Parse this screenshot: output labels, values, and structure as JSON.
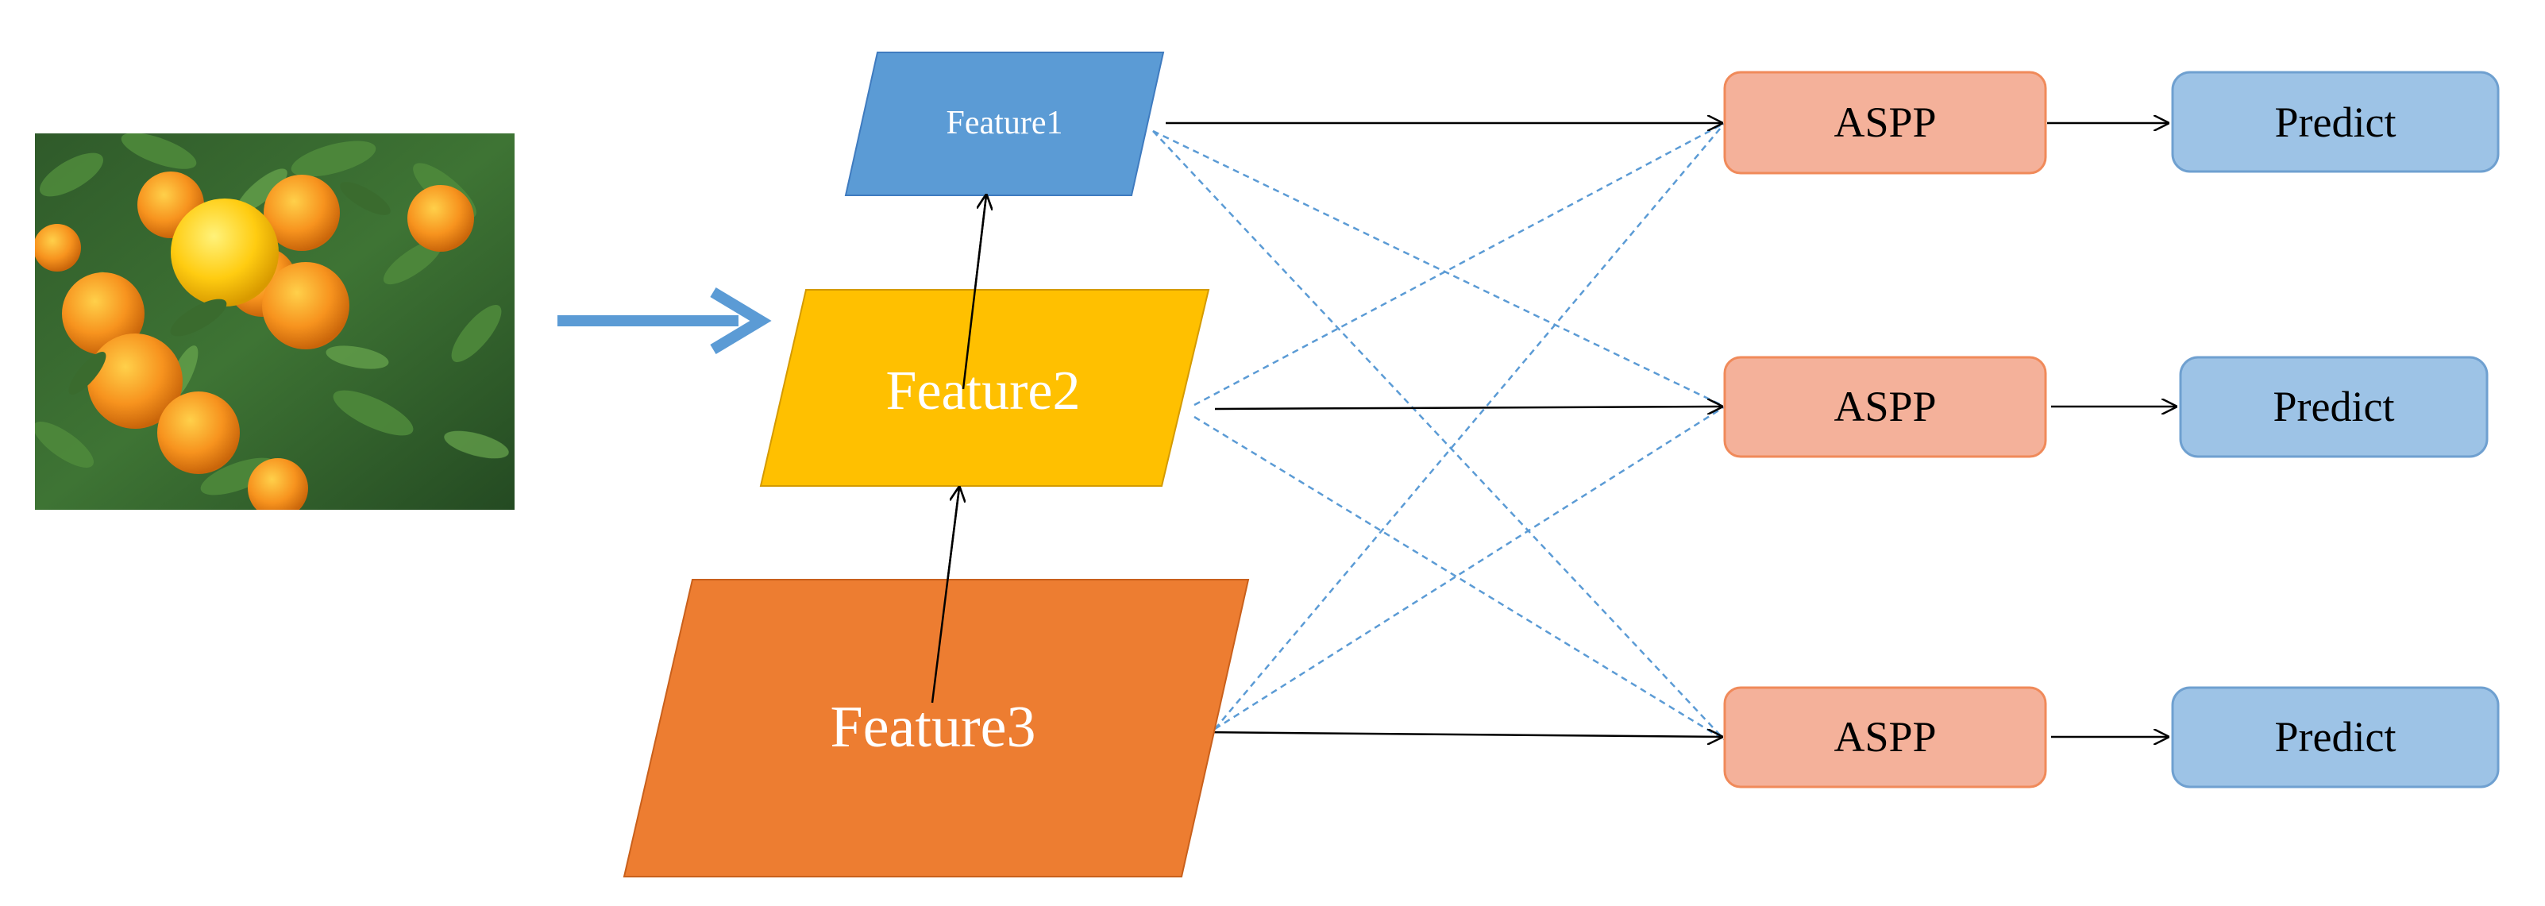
{
  "features": [
    {
      "id": "f1",
      "label": "Feature1"
    },
    {
      "id": "f2",
      "label": "Feature2"
    },
    {
      "id": "f3",
      "label": "Feature3"
    }
  ],
  "aspp_blocks": [
    {
      "id": "a1",
      "label": "ASPP"
    },
    {
      "id": "a2",
      "label": "ASPP"
    },
    {
      "id": "a3",
      "label": "ASPP"
    }
  ],
  "predict_blocks": [
    {
      "id": "p1",
      "label": "Predict"
    },
    {
      "id": "p2",
      "label": "Predict"
    },
    {
      "id": "p3",
      "label": "Predict"
    }
  ],
  "colors": {
    "feature1": "#5b9bd5",
    "feature2": "#ffc000",
    "feature3": "#ed7d31",
    "aspp_fill": "#f4b19a",
    "aspp_stroke": "#f08a5a",
    "predict_fill": "#9dc3e6",
    "predict_stroke": "#6fa0d0",
    "input_arrow": "#5b9bd5",
    "dashed_connection": "#5b9bd5",
    "solid_connection": "#000000"
  },
  "input_image": {
    "icon": "orange-tree-photo"
  }
}
